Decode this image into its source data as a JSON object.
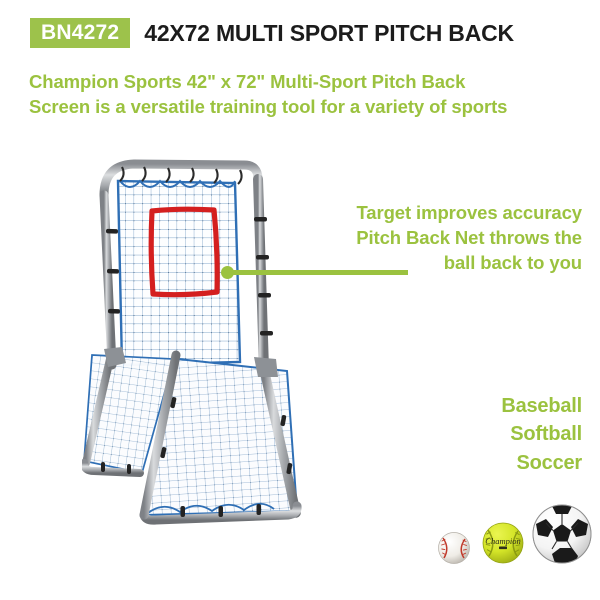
{
  "header": {
    "sku": "BN4272",
    "title": "42X72 MULTI SPORT PITCH BACK",
    "badge_color": "#9DC24B",
    "title_color": "#1c1c1c"
  },
  "subtitle": {
    "line1": "Champion Sports 42\" x 72\" Multi-Sport Pitch Back",
    "line2": "Screen is a versatile training tool for a variety of sports",
    "color": "#9BC23F"
  },
  "callout": {
    "line1": "Target improves accuracy",
    "line2": "Pitch Back Net throws the",
    "line3": "ball back to you",
    "color": "#9BC23F",
    "leader_line": "pointer-line-to-target"
  },
  "sports": {
    "items": [
      "Baseball",
      "Softball",
      "Soccer"
    ],
    "color": "#9BC23F"
  },
  "balls": [
    {
      "name": "baseball-icon",
      "label": "Baseball",
      "color": "#f2f0ec",
      "accent": "#c0392b",
      "size": 34
    },
    {
      "name": "softball-icon",
      "label": "Softball",
      "color": "#d4e528",
      "accent": "#8b9a12",
      "size": 44,
      "brand": "Champion"
    },
    {
      "name": "soccer-ball-icon",
      "label": "Soccer",
      "color": "#ffffff",
      "accent": "#1a1a1a",
      "size": 62
    }
  ],
  "product_image": {
    "name": "pitch-back-net",
    "frame_color": "#a8a8a8",
    "net_color": "#3d6fa8",
    "target_color": "#d82020",
    "target_label": "red-target-square"
  }
}
